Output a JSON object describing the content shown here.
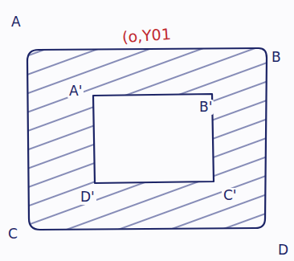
{
  "diagram": {
    "labels": [
      "A",
      "B",
      "C",
      "D",
      "A'",
      "B'",
      "D'",
      "C'",
      "(o,Y01"
    ]
  }
}
